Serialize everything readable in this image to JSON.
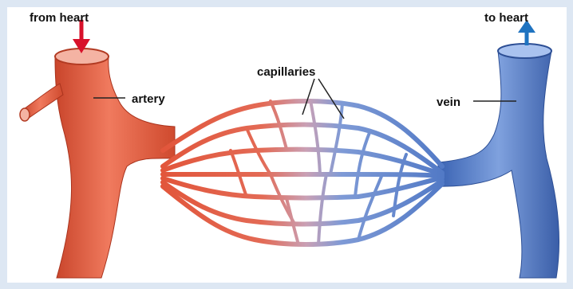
{
  "labels": {
    "from_heart": "from heart",
    "to_heart": "to heart",
    "capillaries": "capillaries",
    "artery": "artery",
    "vein": "vein"
  },
  "colors": {
    "artery": "#e2553a",
    "vein": "#4d76c4",
    "background": "#dde7f3",
    "arrow_in": "#d8112a",
    "arrow_out": "#1f73c0"
  }
}
